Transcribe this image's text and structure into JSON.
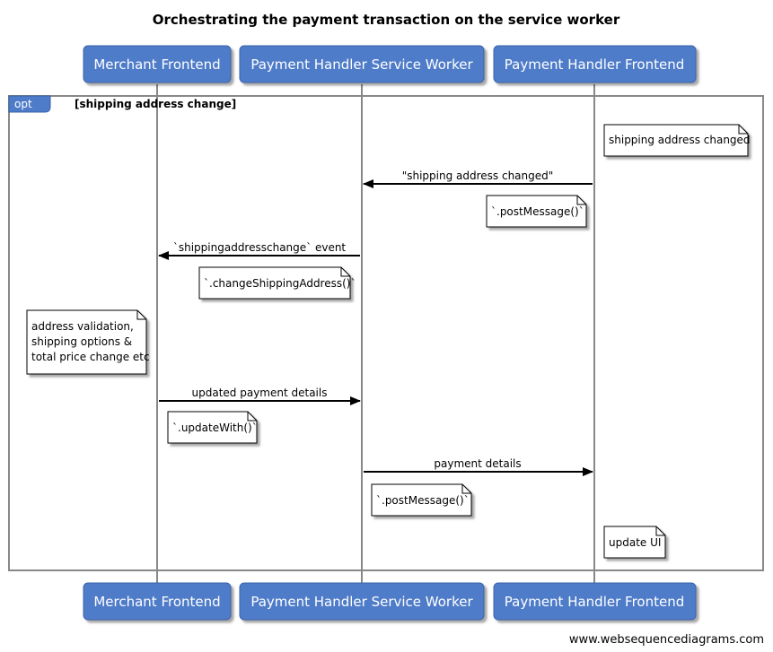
{
  "title": "Orchestrating the payment transaction on the service worker",
  "actors": [
    {
      "id": "merchant",
      "label": "Merchant Frontend"
    },
    {
      "id": "sw",
      "label": "Payment Handler Service Worker"
    },
    {
      "id": "phf",
      "label": "Payment Handler Frontend"
    }
  ],
  "frame": {
    "keyword": "opt",
    "condition": "[shipping address change]"
  },
  "messages": [
    {
      "from": "phf",
      "to": "sw",
      "label": "\"shipping address changed\""
    },
    {
      "from": "sw",
      "to": "merchant",
      "label": "`shippingaddresschange` event"
    },
    {
      "from": "merchant",
      "to": "sw",
      "label": "updated payment details"
    },
    {
      "from": "sw",
      "to": "phf",
      "label": "payment details"
    }
  ],
  "notes": [
    {
      "lines": [
        "shipping address changed"
      ]
    },
    {
      "lines": [
        "`.postMessage()`"
      ]
    },
    {
      "lines": [
        "`.changeShippingAddress()`"
      ]
    },
    {
      "lines": [
        "address validation,",
        "shipping options &",
        "total price change etc"
      ]
    },
    {
      "lines": [
        "`.updateWith()`"
      ]
    },
    {
      "lines": [
        "`.postMessage()`"
      ]
    },
    {
      "lines": [
        "update UI"
      ]
    }
  ],
  "footer": "www.websequencediagrams.com",
  "colors": {
    "actor_fill": "#4f7cc9",
    "actor_border": "#3a63a8",
    "lifeline": "#888888",
    "frame_border": "#888888",
    "note_fill": "#ffffff"
  }
}
